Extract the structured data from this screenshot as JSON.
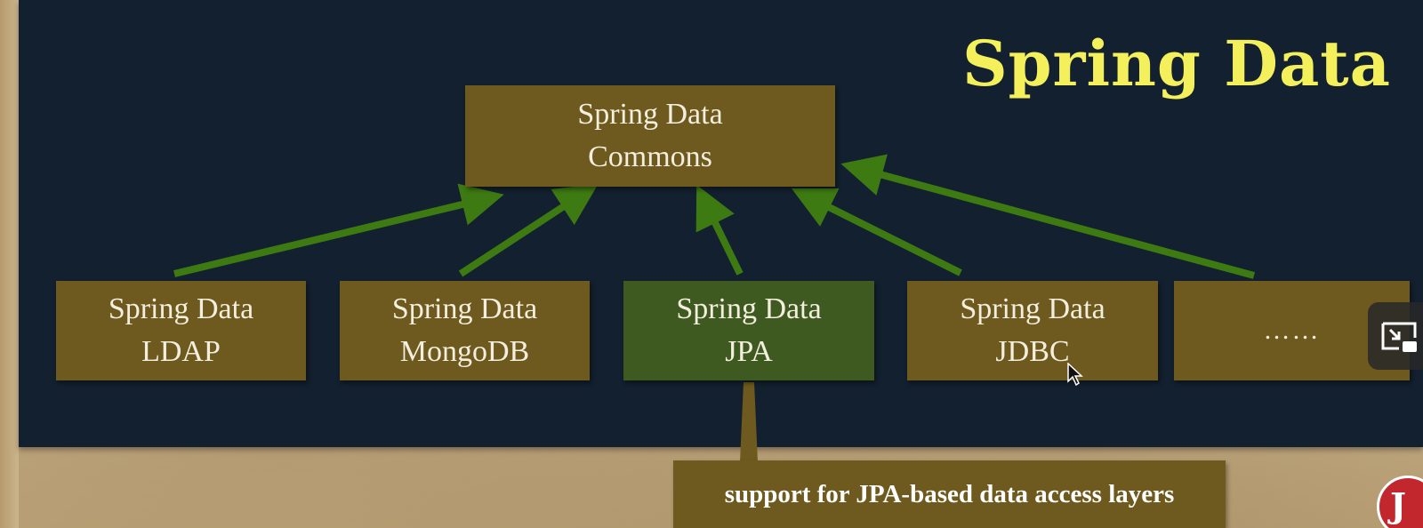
{
  "slide": {
    "title": "Spring Data"
  },
  "diagram": {
    "root": {
      "line1": "Spring Data",
      "line2": "Commons"
    },
    "modules": [
      {
        "line1": "Spring Data",
        "line2": "LDAP"
      },
      {
        "line1": "Spring Data",
        "line2": "MongoDB"
      },
      {
        "line1": "Spring Data",
        "line2": "JPA"
      },
      {
        "line1": "Spring Data",
        "line2": "JDBC"
      },
      {
        "line1": "……",
        "line2": ""
      }
    ],
    "callout": "support for JPA-based data access layers"
  },
  "colors": {
    "slide_bg": "#13202f",
    "title": "#f4f05c",
    "olive_box": "#6e5a1e",
    "highlight_box": "#3f5a21",
    "arrow": "#3d7a12"
  },
  "icons": {
    "pip": "picture-in-picture-icon",
    "cursor": "mouse-cursor-icon",
    "logo": "channel-logo-icon"
  },
  "logo": {
    "text": "J"
  }
}
